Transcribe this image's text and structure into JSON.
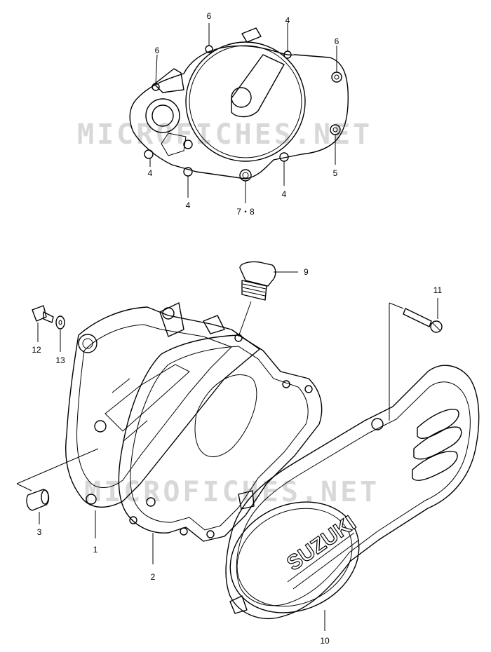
{
  "watermark": "MICROFICHES.NET",
  "brand": "SUZUKI",
  "top_view": {
    "labels": [
      "6",
      "4",
      "6",
      "6",
      "4",
      "4",
      "7・8",
      "4",
      "5"
    ]
  },
  "exploded_view": {
    "labels": [
      "9",
      "11",
      "12",
      "13",
      "3",
      "1",
      "2",
      "10"
    ]
  }
}
